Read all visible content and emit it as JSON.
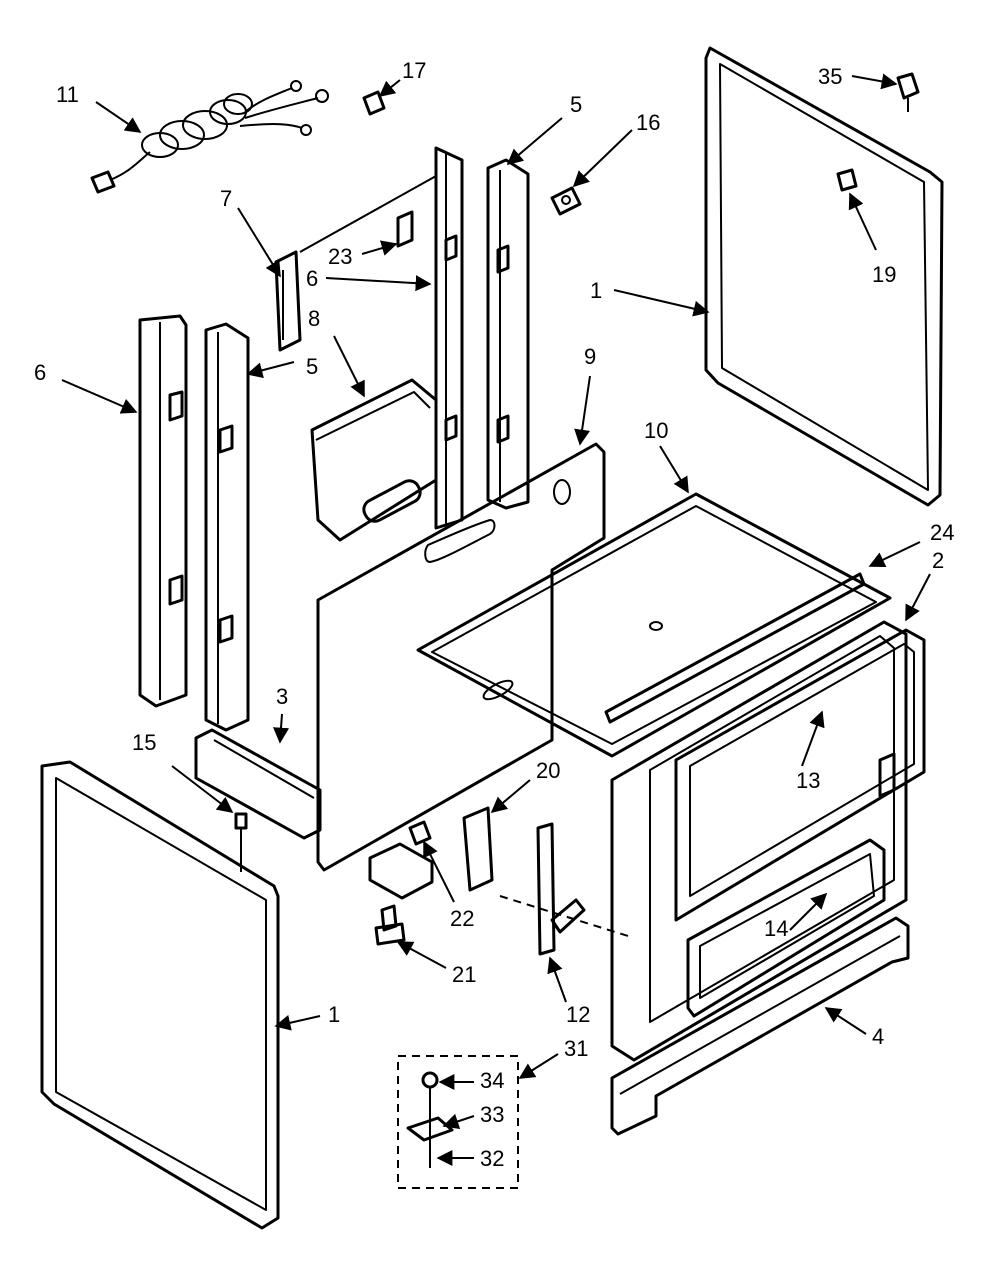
{
  "diagram": {
    "callouts": {
      "c11": "11",
      "c17": "17",
      "c5a": "5",
      "c16": "16",
      "c35": "35",
      "c7": "7",
      "c23": "23",
      "c6a": "6",
      "c19": "19",
      "c1a": "1",
      "c8": "8",
      "c6b": "6",
      "c5b": "5",
      "c9": "9",
      "c10": "10",
      "c24": "24",
      "c2": "2",
      "c3": "3",
      "c15": "15",
      "c13": "13",
      "c20": "20",
      "c22": "22",
      "c14": "14",
      "c21": "21",
      "c12": "12",
      "c1b": "1",
      "c4": "4",
      "c31": "31",
      "c34": "34",
      "c33": "33",
      "c32": "32"
    }
  }
}
